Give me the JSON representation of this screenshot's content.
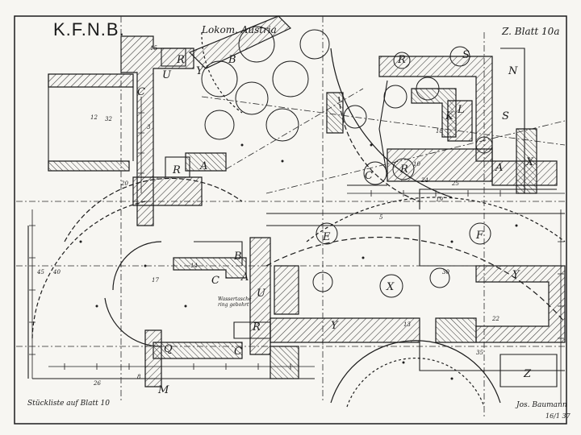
{
  "header": {
    "title": "K.F.N.B.",
    "locomotive": "Lokom. Austria",
    "sheet": "Blatt 10a",
    "sheet_prefix": "Z."
  },
  "footer": {
    "reference_note": "Stückliste auf Blatt 10",
    "signature": "Jos. Baumann",
    "date": "16/1 37"
  },
  "annotation": "Wassertasche ring gebohrt",
  "part_labels": [
    "R",
    "B",
    "Y",
    "U",
    "C",
    "R",
    "A",
    "R",
    "K",
    "L",
    "N",
    "S",
    "X",
    "C",
    "R",
    "A",
    "E",
    "F",
    "B",
    "C",
    "A",
    "U",
    "R",
    "Y",
    "Q",
    "C",
    "M",
    "X",
    "Z",
    "Y",
    "S"
  ],
  "dimension_labels": [
    "32",
    "12",
    "3",
    "15",
    "20",
    "18",
    "25",
    "10",
    "30",
    "5",
    "45",
    "8",
    "40",
    "14",
    "22",
    "17",
    "19",
    "26",
    "35",
    "13",
    "24"
  ],
  "colors": {
    "ink": "#1c1c1c",
    "paper": "#f7f6f2",
    "hatch": "#3a3a3a"
  }
}
